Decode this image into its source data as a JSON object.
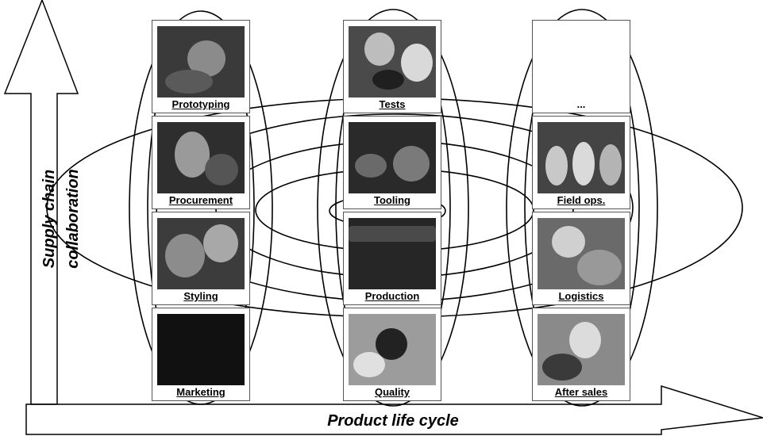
{
  "axes": {
    "y_label": "Supply chain collaboration",
    "x_label": "Product life cycle"
  },
  "tiles": [
    {
      "id": "prototyping",
      "label": "Prototyping",
      "has_photo": true
    },
    {
      "id": "tests",
      "label": "Tests",
      "has_photo": true
    },
    {
      "id": "ellipsis",
      "label": "...",
      "has_photo": false
    },
    {
      "id": "procurement",
      "label": "Procurement",
      "has_photo": true
    },
    {
      "id": "tooling",
      "label": "Tooling",
      "has_photo": true
    },
    {
      "id": "field-ops",
      "label": "Field ops.",
      "has_photo": true
    },
    {
      "id": "styling",
      "label": "Styling",
      "has_photo": true
    },
    {
      "id": "production",
      "label": "Production",
      "has_photo": true
    },
    {
      "id": "logistics",
      "label": "Logistics",
      "has_photo": true
    },
    {
      "id": "marketing",
      "label": "Marketing",
      "has_photo": true
    },
    {
      "id": "quality",
      "label": "Quality",
      "has_photo": true
    },
    {
      "id": "after-sales",
      "label": "After sales",
      "has_photo": true
    }
  ]
}
